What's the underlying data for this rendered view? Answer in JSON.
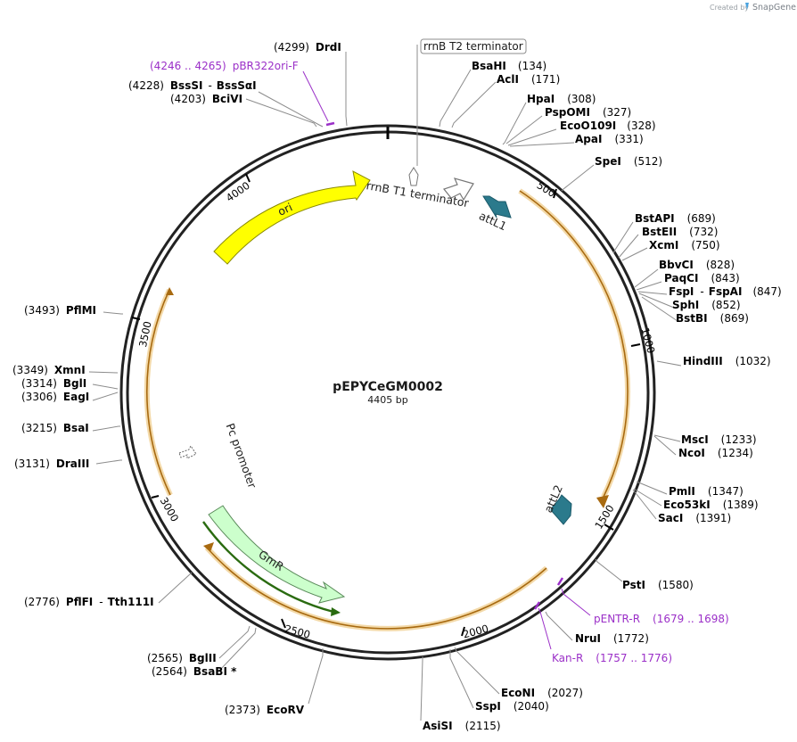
{
  "branding": {
    "created_by": "Created by",
    "product": "SnapGene"
  },
  "plasmid": {
    "name": "pEPYCeGM0002",
    "length_label": "4405 bp",
    "length": 4405
  },
  "ticks": [
    "500",
    "1000",
    "1500",
    "2000",
    "2500",
    "3000",
    "3500",
    "4000"
  ],
  "colors": {
    "backbone": "#222222",
    "ori": "#ffff00",
    "attL": "#2b7a8c",
    "gmr": "#ccffcc",
    "promoter_outline": "#7a7a7a",
    "primer": "#9b30c8",
    "orf_outline": "#e8a33a"
  },
  "features": {
    "ori": "ori",
    "rrnb_t1": "rrnB T1 terminator",
    "rrnb_t2": "rrnB T2 terminator",
    "attl1": "attL1",
    "attl2": "attL2",
    "pc_promoter": "Pc promoter",
    "gmr": "GmR"
  },
  "enzymes": {
    "drdi": {
      "name": "DrdI",
      "pos": "(4299)"
    },
    "bssssi": {
      "name": "BssSI",
      "alt": "BssSαI",
      "pos": "(4228)"
    },
    "bcivi": {
      "name": "BciVI",
      "pos": "(4203)"
    },
    "bsahi": {
      "name": "BsaHI",
      "pos": "(134)"
    },
    "acli": {
      "name": "AclI",
      "pos": "(171)"
    },
    "hpai": {
      "name": "HpaI",
      "pos": "(308)"
    },
    "pspomi": {
      "name": "PspOMI",
      "pos": "(327)"
    },
    "eco109i": {
      "name": "EcoO109I",
      "pos": "(328)"
    },
    "apai": {
      "name": "ApaI",
      "pos": "(331)"
    },
    "spei": {
      "name": "SpeI",
      "pos": "(512)"
    },
    "bstapi": {
      "name": "BstAPI",
      "pos": "(689)"
    },
    "bsteii": {
      "name": "BstEII",
      "pos": "(732)"
    },
    "xcmi": {
      "name": "XcmI",
      "pos": "(750)"
    },
    "bbvci": {
      "name": "BbvCI",
      "pos": "(828)"
    },
    "paqci": {
      "name": "PaqCI",
      "pos": "(843)"
    },
    "fspi": {
      "name": "FspI",
      "alt": "FspAI",
      "pos": "(847)"
    },
    "sphi": {
      "name": "SphI",
      "pos": "(852)"
    },
    "bstbi": {
      "name": "BstBI",
      "pos": "(869)"
    },
    "hindiii": {
      "name": "HindIII",
      "pos": "(1032)"
    },
    "msci": {
      "name": "MscI",
      "pos": "(1233)"
    },
    "ncoi": {
      "name": "NcoI",
      "pos": "(1234)"
    },
    "pmli": {
      "name": "PmlI",
      "pos": "(1347)"
    },
    "eco53ki": {
      "name": "Eco53kI",
      "pos": "(1389)"
    },
    "saci": {
      "name": "SacI",
      "pos": "(1391)"
    },
    "psti": {
      "name": "PstI",
      "pos": "(1580)"
    },
    "nrui": {
      "name": "NruI",
      "pos": "(1772)"
    },
    "econi": {
      "name": "EcoNI",
      "pos": "(2027)"
    },
    "sspi": {
      "name": "SspI",
      "pos": "(2040)"
    },
    "asisi": {
      "name": "AsiSI",
      "pos": "(2115)"
    },
    "ecorv": {
      "name": "EcoRV",
      "pos": "(2373)"
    },
    "bglii": {
      "name": "BglII",
      "pos": "(2565)"
    },
    "bsabi": {
      "name": "BsaBI *",
      "pos": "(2564)"
    },
    "pflfi": {
      "name": "PflFI",
      "alt": "Tth111I",
      "pos": "(2776)"
    },
    "draiii": {
      "name": "DraIII",
      "pos": "(3131)"
    },
    "bsai": {
      "name": "BsaI",
      "pos": "(3215)"
    },
    "eagi": {
      "name": "EagI",
      "pos": "(3306)"
    },
    "bgli": {
      "name": "BglI",
      "pos": "(3314)"
    },
    "xmni": {
      "name": "XmnI",
      "pos": "(3349)"
    },
    "pflmi": {
      "name": "PflMI",
      "pos": "(3493)"
    }
  },
  "primers": {
    "pbr322": {
      "name": "pBR322ori-F",
      "range": "(4246 .. 4265)"
    },
    "pentr": {
      "name": "pENTR-R",
      "range": "(1679 .. 1698)"
    },
    "kanr": {
      "name": "Kan-R",
      "range": "(1757 .. 1776)"
    }
  }
}
